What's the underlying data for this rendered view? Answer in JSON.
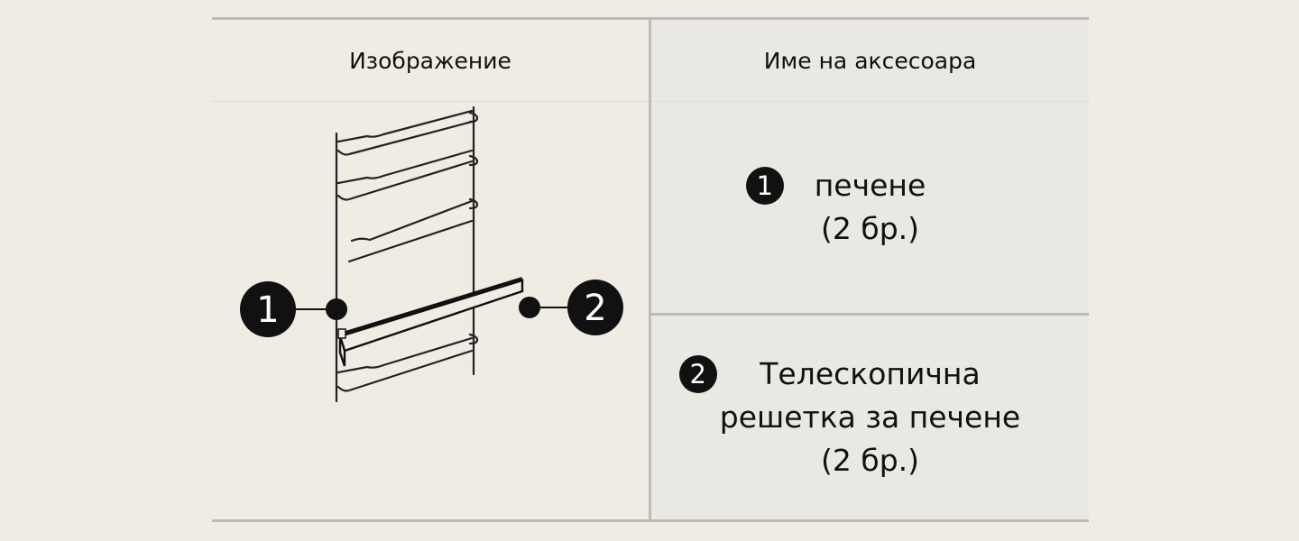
{
  "table": {
    "headers": {
      "image": "Изображение",
      "accessory_name": "Име на аксесоара"
    },
    "rows": [
      {
        "badge": "1",
        "lines": [
          "печене",
          "(2 бр.)"
        ]
      },
      {
        "badge": "2",
        "lines": [
          "Телескопична",
          "решетка за печене",
          "(2 бр.)"
        ]
      }
    ]
  },
  "illustration": {
    "callouts": [
      "1",
      "2"
    ],
    "description": "oven side rack with telescopic rail"
  },
  "colors": {
    "background": "#f0ece4",
    "right_column": "#eae8e3",
    "border": "#bdbbb6",
    "badge": "#111111"
  }
}
